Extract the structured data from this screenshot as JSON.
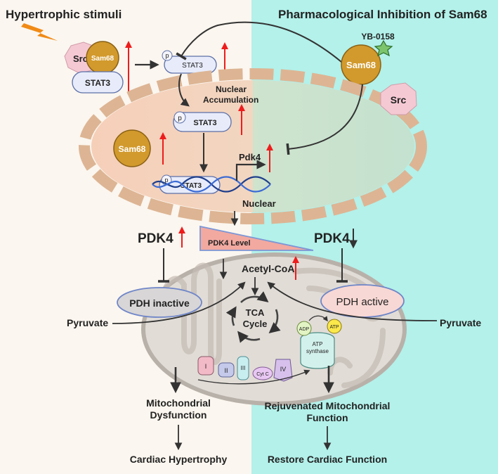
{
  "titles": {
    "left": "Hypertrophic stimuli",
    "right": "Pharmacological Inhibition of Sam68"
  },
  "proteins": {
    "src": "Src",
    "sam68": "Sam68",
    "stat3": "STAT3",
    "phospho": "p",
    "inhibitor": "YB-0158"
  },
  "nucleus": {
    "accumulation_line1": "Nuclear",
    "accumulation_line2": "Accumulation",
    "gene": "Pdk4",
    "label": "Nuclear"
  },
  "pdk4": {
    "left_label": "PDK4",
    "right_label": "PDK4",
    "level_label": "PDK4 Level"
  },
  "mito": {
    "acetyl_coa": "Acetyl-CoA",
    "tca_line1": "TCA",
    "tca_line2": "Cycle",
    "pdh_inactive": "PDH inactive",
    "pdh_active": "PDH active",
    "pyruvate_left": "Pyruvate",
    "pyruvate_right": "Pyruvate",
    "complex_1": "I",
    "complex_2": "II",
    "complex_3": "III",
    "cyt_c": "Cyt C",
    "complex_4": "IV",
    "adp": "ADP",
    "atp": "ATP",
    "atp_synthase_line1": "ATP",
    "atp_synthase_line2": "synthase"
  },
  "outcomes": {
    "left_line1": "Mitochondrial",
    "left_line2": "Dysfunction",
    "left_final": "Cardiac Hypertrophy",
    "right_line1": "Rejuvenated Mitochondrial",
    "right_line2": "Function",
    "right_final": "Restore Cardiac Function"
  },
  "colors": {
    "left_bg": "#fbf6ef",
    "right_bg": "#b3f1ea",
    "nucleus_fill": "#f6d5c0",
    "nucleus_ring": "#ddb594",
    "sam68": "#d29a2c",
    "src": "#f5c9d4",
    "stat3": "#e8ecfa",
    "up_arrow": "#ee1c1c",
    "mito_fill": "#e1dcd6"
  }
}
